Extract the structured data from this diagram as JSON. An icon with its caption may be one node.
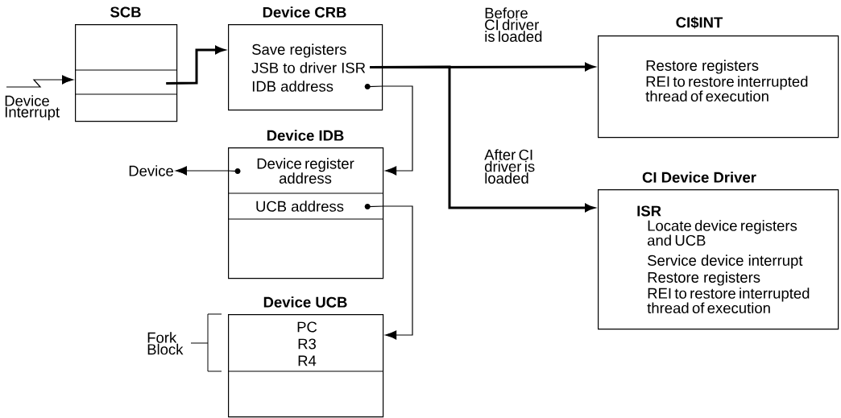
{
  "diagram": {
    "nodes": [
      {
        "text": [
          "SCB"
        ]
      },
      {
        "text": [
          "Device CRB",
          "Save registers",
          "JSB to driver ISR",
          "IDB address"
        ]
      },
      {
        "text": [
          "Device IDB",
          "Device register address",
          "UCB address"
        ]
      },
      {
        "text": [
          "Device UCB",
          "PC",
          "R3",
          "R4"
        ]
      },
      {
        "text": [
          "CI$INT",
          "Restore registers",
          "REI to restore interrupted thread of execution"
        ]
      },
      {
        "text": [
          "CI Device Driver",
          "ISR",
          "Locate device registers and UCB",
          "Service device interrupt",
          "Restore registers",
          "REI to restore interrupted thread of execution"
        ]
      },
      {
        "text": [
          "Device Interrupt"
        ]
      },
      {
        "text": [
          "Device"
        ]
      }
    ],
    "edges": [
      {
        "from": 6,
        "to": 0,
        "arrow": "to"
      },
      {
        "from": 0,
        "to": 1,
        "arrow": "to",
        "style": "thick"
      },
      {
        "from": 1,
        "to": 4,
        "arrow": "to",
        "style": "thick",
        "label": "Before CI driver is loaded"
      },
      {
        "from": 1,
        "to": 5,
        "arrow": "to",
        "style": "thick",
        "label": "After CI driver is loaded"
      },
      {
        "from": 1,
        "to": 2,
        "arrow": "to"
      },
      {
        "from": 2,
        "to": 7,
        "arrow": "to"
      },
      {
        "from": 2,
        "to": 3,
        "arrow": "to"
      }
    ],
    "labels": [
      "Fork Block"
    ]
  }
}
